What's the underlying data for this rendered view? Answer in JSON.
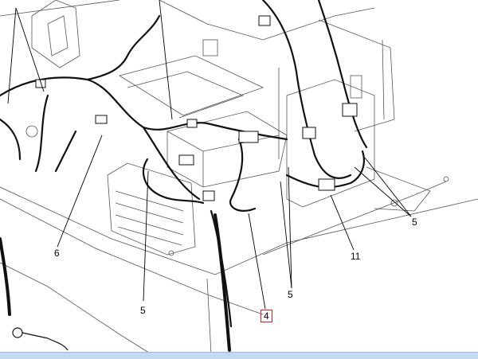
{
  "diagram": {
    "callouts": {
      "c6": "6",
      "c5_left": "5",
      "c4": "4",
      "c5_mid": "5",
      "c11": "11",
      "c5_right": "5"
    },
    "highlight_color": "#e02020",
    "line_color": "#000000"
  }
}
